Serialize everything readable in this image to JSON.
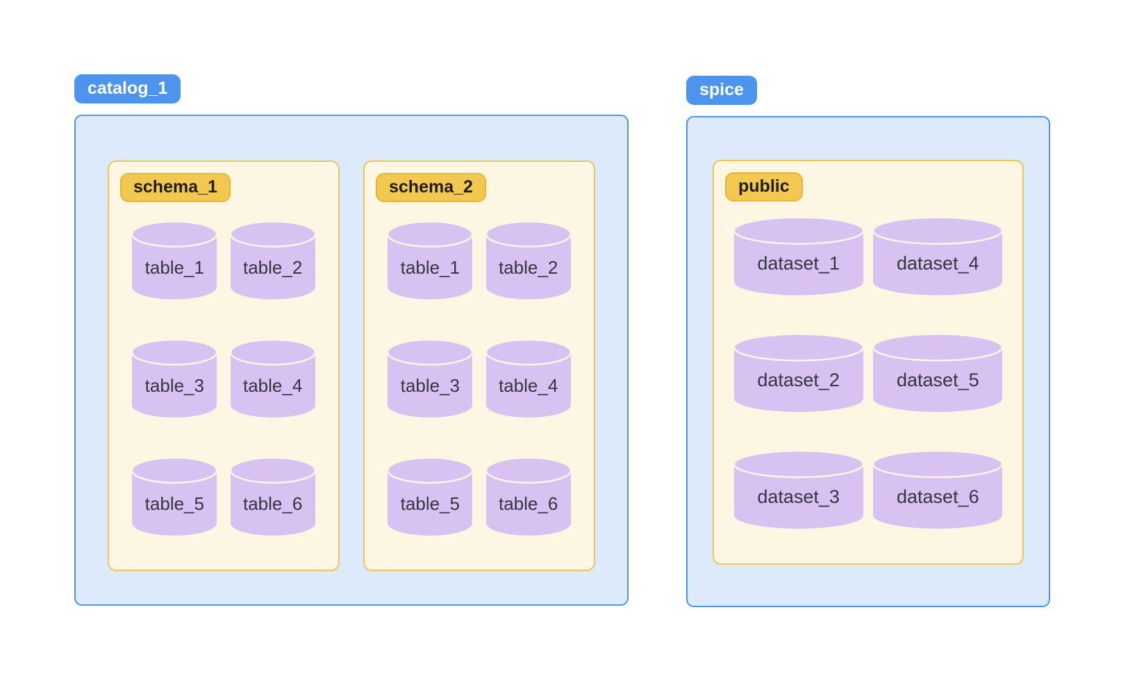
{
  "colors": {
    "blue": "#4D94EE",
    "blue_fill": "#DCEAFB",
    "yellow": "#F2C94E",
    "yellow_border": "#E3B53E",
    "cream": "#FDF6E2",
    "gold_border": "#ECC555",
    "purple": "#D7C2F2",
    "badge_text_dark": "#1D1D22",
    "badge_text_light": "#FFFFFF",
    "label": "#36363E",
    "canvas_bg": "#FFFFFF"
  },
  "groups": [
    {
      "badge": "catalog_1",
      "boxes": [
        {
          "badge": "schema_1",
          "items": [
            "table_1",
            "table_2",
            "table_3",
            "table_4",
            "table_5",
            "table_6"
          ]
        },
        {
          "badge": "schema_2",
          "items": [
            "table_1",
            "table_2",
            "table_3",
            "table_4",
            "table_5",
            "table_6"
          ]
        }
      ]
    },
    {
      "badge": "spice",
      "boxes": [
        {
          "badge": "public",
          "items": [
            "dataset_1",
            "dataset_4",
            "dataset_2",
            "dataset_5",
            "dataset_3",
            "dataset_6"
          ]
        }
      ]
    }
  ]
}
